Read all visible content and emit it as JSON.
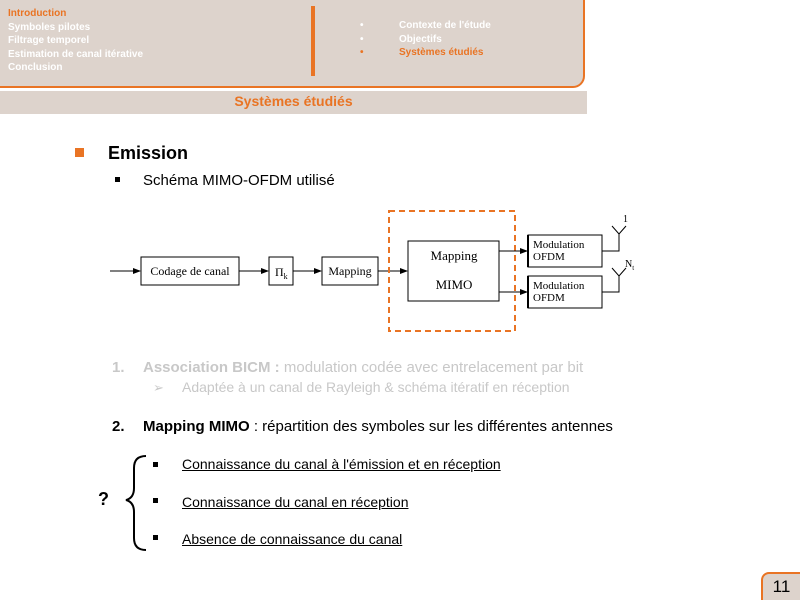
{
  "nav": {
    "items": [
      "Introduction",
      "Symboles pilotes",
      "Filtrage temporel",
      "Estimation de canal itérative",
      "Conclusion"
    ],
    "active_index": 0
  },
  "subnav": {
    "items": [
      "Contexte de l'étude",
      "Objectifs",
      "Systèmes étudiés"
    ],
    "active_index": 2,
    "bullet": "•"
  },
  "section_title": "Systèmes étudiés",
  "content": {
    "heading": "Emission",
    "subheading": "Schéma MIMO-OFDM utilisé",
    "item1": {
      "number": "1.",
      "bold": "Association BICM :",
      "text": " modulation codée avec entrelacement par bit",
      "sub": "Adaptée à un canal de Rayleigh & schéma itératif en réception",
      "sub_bullet": "➢"
    },
    "item2": {
      "number": "2.",
      "bold": "Mapping MIMO",
      "text": " : répartition des symboles sur les différentes antennes"
    },
    "question_mark": "?",
    "options": [
      "Connaissance du canal à l'émission et en réception",
      "Connaissance du canal en réception",
      "Absence de connaissance du canal"
    ]
  },
  "diagram": {
    "coding_block": "Codage de canal",
    "interleaver_block": "Π",
    "interleaver_sub": "k",
    "mapping_block": "Mapping",
    "mimo_line1": "Mapping",
    "mimo_line2": "MIMO",
    "mod_line1": "Modulation",
    "mod_line2": "OFDM",
    "antenna1_label": "1",
    "antennaN_label": "N",
    "antennaN_sub": "t",
    "highlight_color": "#e97424"
  },
  "page_number": "11",
  "colors": {
    "accent": "#e97424",
    "header_bg": "#ddd3cc",
    "inactive_text": "#c8c8c8"
  }
}
